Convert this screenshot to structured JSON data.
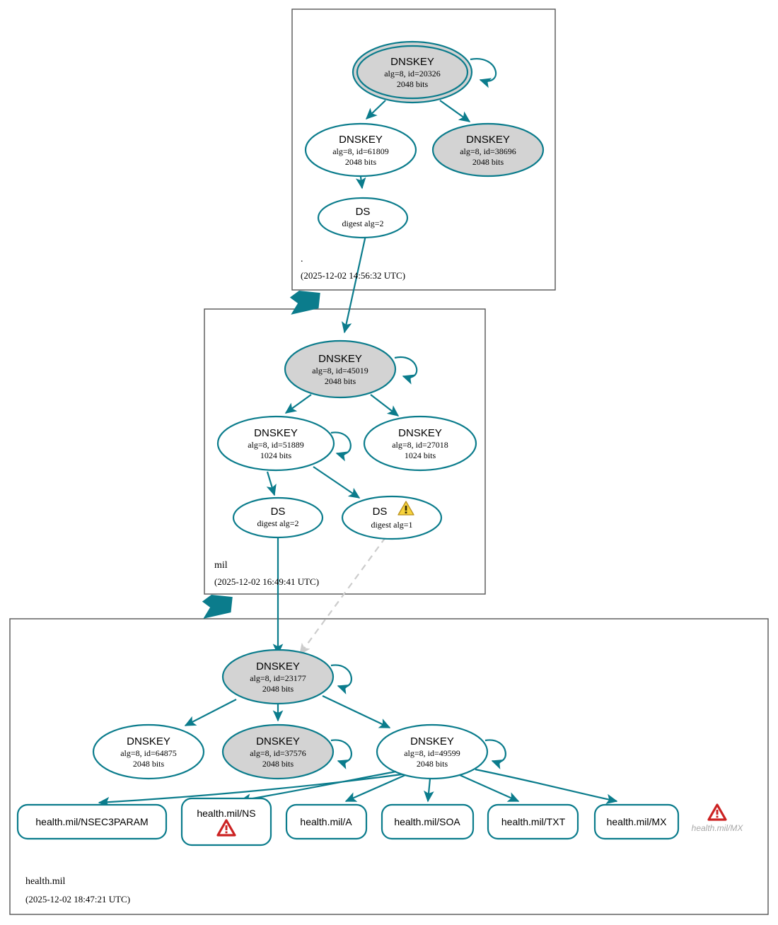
{
  "diagram": {
    "title": "DNSSEC authentication chain for health.mil",
    "colors": {
      "accent": "#0b7c8c",
      "node_fill_secure": "#d3d3d3",
      "node_fill_open": "#ffffff",
      "zone_border": "#555555",
      "dashed_edge": "#cccccc",
      "warning_yellow": "#f5cf2e",
      "warning_red": "#cc2222",
      "ghost_text": "#a8a8a8"
    }
  },
  "zones": [
    {
      "id": "root",
      "name": ".",
      "timestamp": "(2025-12-02 14:56:32 UTC)"
    },
    {
      "id": "mil",
      "name": "mil",
      "timestamp": "(2025-12-02 16:49:41 UTC)"
    },
    {
      "id": "health_mil",
      "name": "health.mil",
      "timestamp": "(2025-12-02 18:47:21 UTC)"
    }
  ],
  "nodes": {
    "root_ksk": {
      "type": "DNSKEY",
      "title": "DNSKEY",
      "params": "alg=8, id=20326",
      "bits": "2048 bits",
      "alg": "8",
      "key_id": "20326",
      "key_size": "2048",
      "style": "trust-anchor",
      "filled": true
    },
    "root_zsk_61809": {
      "type": "DNSKEY",
      "title": "DNSKEY",
      "params": "alg=8, id=61809",
      "bits": "2048 bits",
      "alg": "8",
      "key_id": "61809",
      "key_size": "2048",
      "filled": false
    },
    "root_zsk_38696": {
      "type": "DNSKEY",
      "title": "DNSKEY",
      "params": "alg=8, id=38696",
      "bits": "2048 bits",
      "alg": "8",
      "key_id": "38696",
      "key_size": "2048",
      "filled": true
    },
    "root_ds": {
      "type": "DS",
      "title": "DS",
      "params": "digest alg=2",
      "digest_alg": "2",
      "filled": false
    },
    "mil_ksk": {
      "type": "DNSKEY",
      "title": "DNSKEY",
      "params": "alg=8, id=45019",
      "bits": "2048 bits",
      "alg": "8",
      "key_id": "45019",
      "key_size": "2048",
      "filled": true
    },
    "mil_zsk_51889": {
      "type": "DNSKEY",
      "title": "DNSKEY",
      "params": "alg=8, id=51889",
      "bits": "1024 bits",
      "alg": "8",
      "key_id": "51889",
      "key_size": "1024",
      "filled": false
    },
    "mil_zsk_27018": {
      "type": "DNSKEY",
      "title": "DNSKEY",
      "params": "alg=8, id=27018",
      "bits": "1024 bits",
      "alg": "8",
      "key_id": "27018",
      "key_size": "1024",
      "filled": false
    },
    "mil_ds_2": {
      "type": "DS",
      "title": "DS",
      "params": "digest alg=2",
      "digest_alg": "2",
      "filled": false
    },
    "mil_ds_1": {
      "type": "DS",
      "title": "DS",
      "params": "digest alg=1",
      "digest_alg": "1",
      "filled": false,
      "warning": "warning-triangle-yellow"
    },
    "health_ksk": {
      "type": "DNSKEY",
      "title": "DNSKEY",
      "params": "alg=8, id=23177",
      "bits": "2048 bits",
      "alg": "8",
      "key_id": "23177",
      "key_size": "2048",
      "filled": true
    },
    "health_key_64875": {
      "type": "DNSKEY",
      "title": "DNSKEY",
      "params": "alg=8, id=64875",
      "bits": "2048 bits",
      "alg": "8",
      "key_id": "64875",
      "key_size": "2048",
      "filled": false
    },
    "health_key_37576": {
      "type": "DNSKEY",
      "title": "DNSKEY",
      "params": "alg=8, id=37576",
      "bits": "2048 bits",
      "alg": "8",
      "key_id": "37576",
      "key_size": "2048",
      "filled": true
    },
    "health_key_49599": {
      "type": "DNSKEY",
      "title": "DNSKEY",
      "params": "alg=8, id=49599",
      "bits": "2048 bits",
      "alg": "8",
      "key_id": "49599",
      "key_size": "2048",
      "filled": false
    }
  },
  "records": [
    {
      "id": "rr_nsec3param",
      "label": "health.mil/NSEC3PARAM",
      "warning": null
    },
    {
      "id": "rr_ns",
      "label": "health.mil/NS",
      "warning": "warning-triangle-red"
    },
    {
      "id": "rr_a",
      "label": "health.mil/A",
      "warning": null
    },
    {
      "id": "rr_soa",
      "label": "health.mil/SOA",
      "warning": null
    },
    {
      "id": "rr_txt",
      "label": "health.mil/TXT",
      "warning": null
    },
    {
      "id": "rr_mx",
      "label": "health.mil/MX",
      "warning": null
    }
  ],
  "error_marker": {
    "id": "error_mx",
    "label": "health.mil/MX",
    "icon": "warning-triangle-red"
  }
}
